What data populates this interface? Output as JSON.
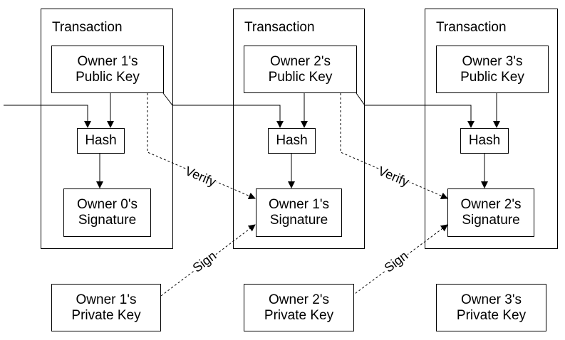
{
  "transactions": [
    {
      "title": "Transaction",
      "public_key": [
        "Owner 1's",
        "Public Key"
      ],
      "hash": "Hash",
      "signature": [
        "Owner 0's",
        "Signature"
      ]
    },
    {
      "title": "Transaction",
      "public_key": [
        "Owner 2's",
        "Public Key"
      ],
      "hash": "Hash",
      "signature": [
        "Owner 1's",
        "Signature"
      ]
    },
    {
      "title": "Transaction",
      "public_key": [
        "Owner 3's",
        "Public Key"
      ],
      "hash": "Hash",
      "signature": [
        "Owner 2's",
        "Signature"
      ]
    }
  ],
  "private_keys": [
    [
      "Owner 1's",
      "Private Key"
    ],
    [
      "Owner 2's",
      "Private Key"
    ],
    [
      "Owner 3's",
      "Private Key"
    ]
  ],
  "edge_labels": {
    "verify": "Verify",
    "sign": "Sign"
  }
}
